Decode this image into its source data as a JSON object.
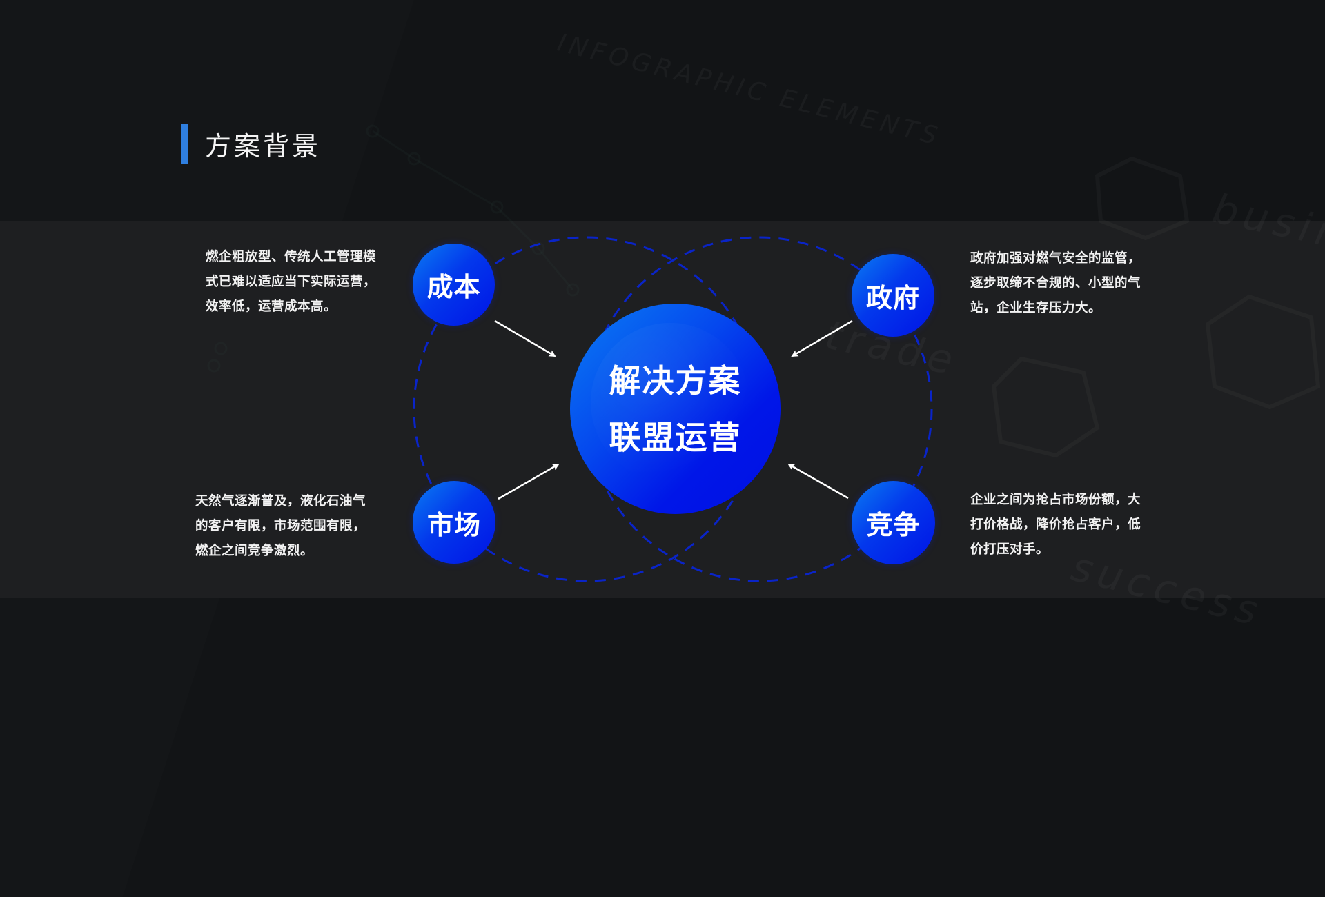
{
  "header": {
    "title": "方案背景",
    "accent_color": "#2f7fe0"
  },
  "watermarks": [
    "INFOGRAPHIC ELEMENTS",
    "business",
    "trade",
    "success"
  ],
  "center": {
    "line1": "解决方案",
    "line2": "联盟运营",
    "color": "#0016e8"
  },
  "nodes": [
    {
      "label": "成本",
      "position": "top-left",
      "description": "燃企粗放型、传统人工管理模式已难以适应当下实际运营，效率低，运营成本高。",
      "lines": [
        "燃企粗放型、传统人工管理模",
        "式已难以适应当下实际运营，",
        "效率低，运营成本高。"
      ]
    },
    {
      "label": "政府",
      "position": "top-right",
      "description": "政府加强对燃气安全的监管，逐步取缔不合规的、小型的气站，企业生存压力大。",
      "lines": [
        "政府加强对燃气安全的监管，",
        "逐步取缔不合规的、小型的气",
        "站，企业生存压力大。"
      ]
    },
    {
      "label": "市场",
      "position": "bottom-left",
      "description": "天然气逐渐普及，液化石油气的客户有限，市场范围有限，燃企之间竞争激烈。",
      "lines": [
        "天然气逐渐普及，液化石油气",
        "的客户有限，市场范围有限，",
        "燃企之间竞争激烈。"
      ]
    },
    {
      "label": "竞争",
      "position": "bottom-right",
      "description": "企业之间为抢占市场份额，大打价格战，降价抢占客户，低价打压对手。",
      "lines": [
        "企业之间为抢占市场份额，大",
        "打价格战，降价抢占客户，低",
        "价打压对手。"
      ]
    }
  ],
  "colors": {
    "background": "#121416",
    "band": "#1e1f21",
    "node_gradient_start": "#0a7df2",
    "node_gradient_end": "#0014e6",
    "dashed_ring": "#0a24c8",
    "arrow": "#ffffff"
  }
}
